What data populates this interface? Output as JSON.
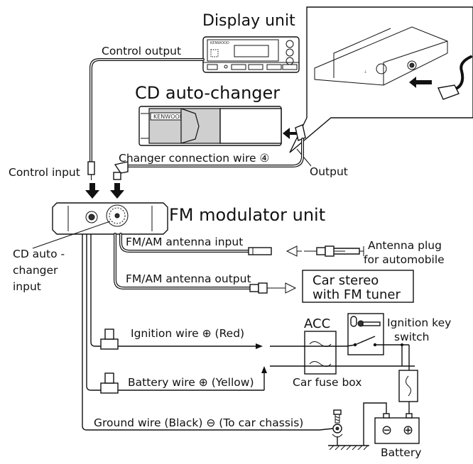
{
  "units": {
    "display_unit": "Display unit",
    "cd_changer": "CD auto-changer",
    "fm_modulator": "FM  modulator unit",
    "car_stereo_line1": "Car stereo",
    "car_stereo_line2": "with FM tuner",
    "brand": "KENWOOD"
  },
  "labels": {
    "control_output": "Control output",
    "changer_connection_wire": "Changer connection wire ④",
    "output": "Output",
    "control_input": "Control input",
    "cd_changer_input_1": "CD auto -",
    "cd_changer_input_2": "changer",
    "cd_changer_input_3": "input",
    "fm_am_antenna_input": "FM/AM antenna input",
    "fm_am_antenna_output": "FM/AM antenna output",
    "antenna_plug_1": "Antenna plug",
    "antenna_plug_2": "for automobile",
    "ignition_wire": "Ignition wire ⊕ (Red)",
    "battery_wire": "Battery wire ⊕ (Yellow)",
    "ground_wire": "Ground wire (Black) ⊖ (To car chassis)",
    "acc": "ACC",
    "ignition_key_1": "Ignition key",
    "ignition_key_2": "switch",
    "car_fuse_box": "Car fuse box",
    "battery": "Battery",
    "battery_minus": "⊖",
    "battery_plus": "⊕"
  },
  "icons": [
    "arrow-down-icon",
    "arrow-left-icon",
    "open-arrow-left-icon",
    "open-arrow-right-icon",
    "fuse-icon",
    "key-icon",
    "ground-icon",
    "battery-icon",
    "plug-icon"
  ]
}
